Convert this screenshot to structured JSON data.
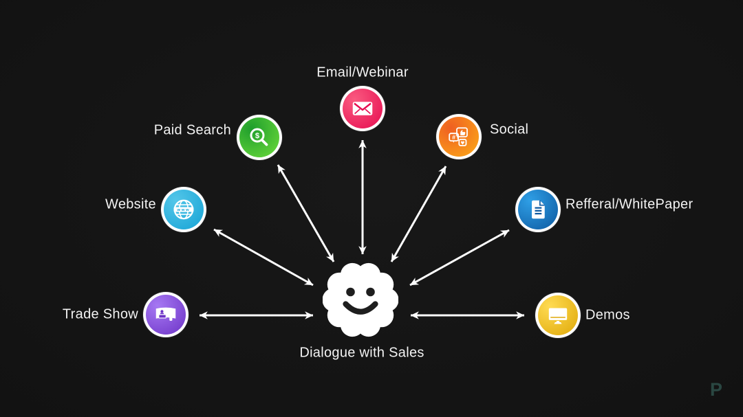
{
  "center": {
    "label": "Dialogue with Sales",
    "icon": "smiley-badge-icon"
  },
  "channels": [
    {
      "label": "Email/Webinar",
      "icon": "envelope-icon",
      "side": "top",
      "color_start": "#fa5a80",
      "color_end": "#e60c50"
    },
    {
      "label": "Paid Search",
      "icon": "dollar-search-icon",
      "side": "upper-left",
      "color_start": "#1f9e2c",
      "color_end": "#6ddc3c"
    },
    {
      "label": "Social",
      "icon": "social-bubbles-icon",
      "side": "upper-right",
      "color_start": "#ef5f22",
      "color_end": "#fcab17"
    },
    {
      "label": "Website",
      "icon": "globe-www-icon",
      "side": "left",
      "color_start": "#53c6e9",
      "color_end": "#16a3d5"
    },
    {
      "label": "Refferal/WhitePaper",
      "icon": "document-icon",
      "side": "right",
      "color_start": "#2f9fe6",
      "color_end": "#0d59a0"
    },
    {
      "label": "Trade Show",
      "icon": "tradeshow-booth-icon",
      "side": "lower-left",
      "color_start": "#a678f3",
      "color_end": "#6d33c6"
    },
    {
      "label": "Demos",
      "icon": "monitor-icon",
      "side": "lower-right",
      "color_start": "#ffdb52",
      "color_end": "#dfa808"
    }
  ],
  "watermark": {
    "letter": "P",
    "color": "#2c4a45"
  },
  "colors": {
    "text": "#f3f3f3",
    "arrow": "#ffffff",
    "badge": "#ffffff",
    "face": "#1e1e1e"
  }
}
